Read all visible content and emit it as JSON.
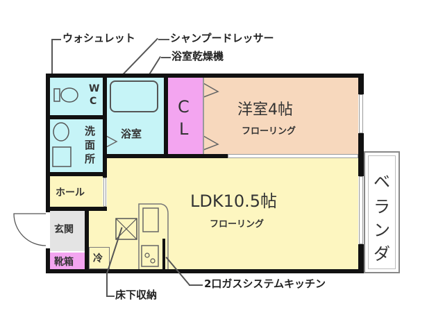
{
  "floorplan": {
    "rooms": {
      "western_room": {
        "name": "洋室4帖",
        "floor": "フローリング",
        "color": "#f7d8bd"
      },
      "ldk": {
        "name": "LDK10.5帖",
        "floor": "フローリング",
        "color": "#fdf6c0"
      },
      "closet": {
        "name_line1": "C",
        "name_line2": "L",
        "color": "#f3a5f0"
      },
      "bathroom": {
        "name": "浴室",
        "color": "#c6f4f7"
      },
      "toilet": {
        "name_line1": "W",
        "name_line2": "C",
        "color": "#c6f4f7"
      },
      "washroom": {
        "name_line1": "洗",
        "name_line2": "面",
        "name_line3": "所",
        "color": "#c6f4f7"
      },
      "hall": {
        "name": "ホール",
        "color": "#fdf6c0"
      },
      "entrance": {
        "name": "玄関",
        "color": "#e4e4e4"
      },
      "shoe_box": {
        "name": "靴箱",
        "color": "#f3a5f0"
      },
      "fridge": {
        "name": "冷"
      },
      "veranda": {
        "name_chars": [
          "ベ",
          "ラ",
          "ン",
          "ダ"
        ]
      }
    },
    "callouts": {
      "washlet": "ウォシュレット",
      "shampoo_dresser": "シャンプードレッサー",
      "bath_dryer": "浴室乾燥機",
      "underfloor_storage": "床下収納",
      "kitchen": "2口ガスシステムキッチン"
    },
    "colors": {
      "wall": "#111111",
      "callout_line": "#555555"
    }
  }
}
